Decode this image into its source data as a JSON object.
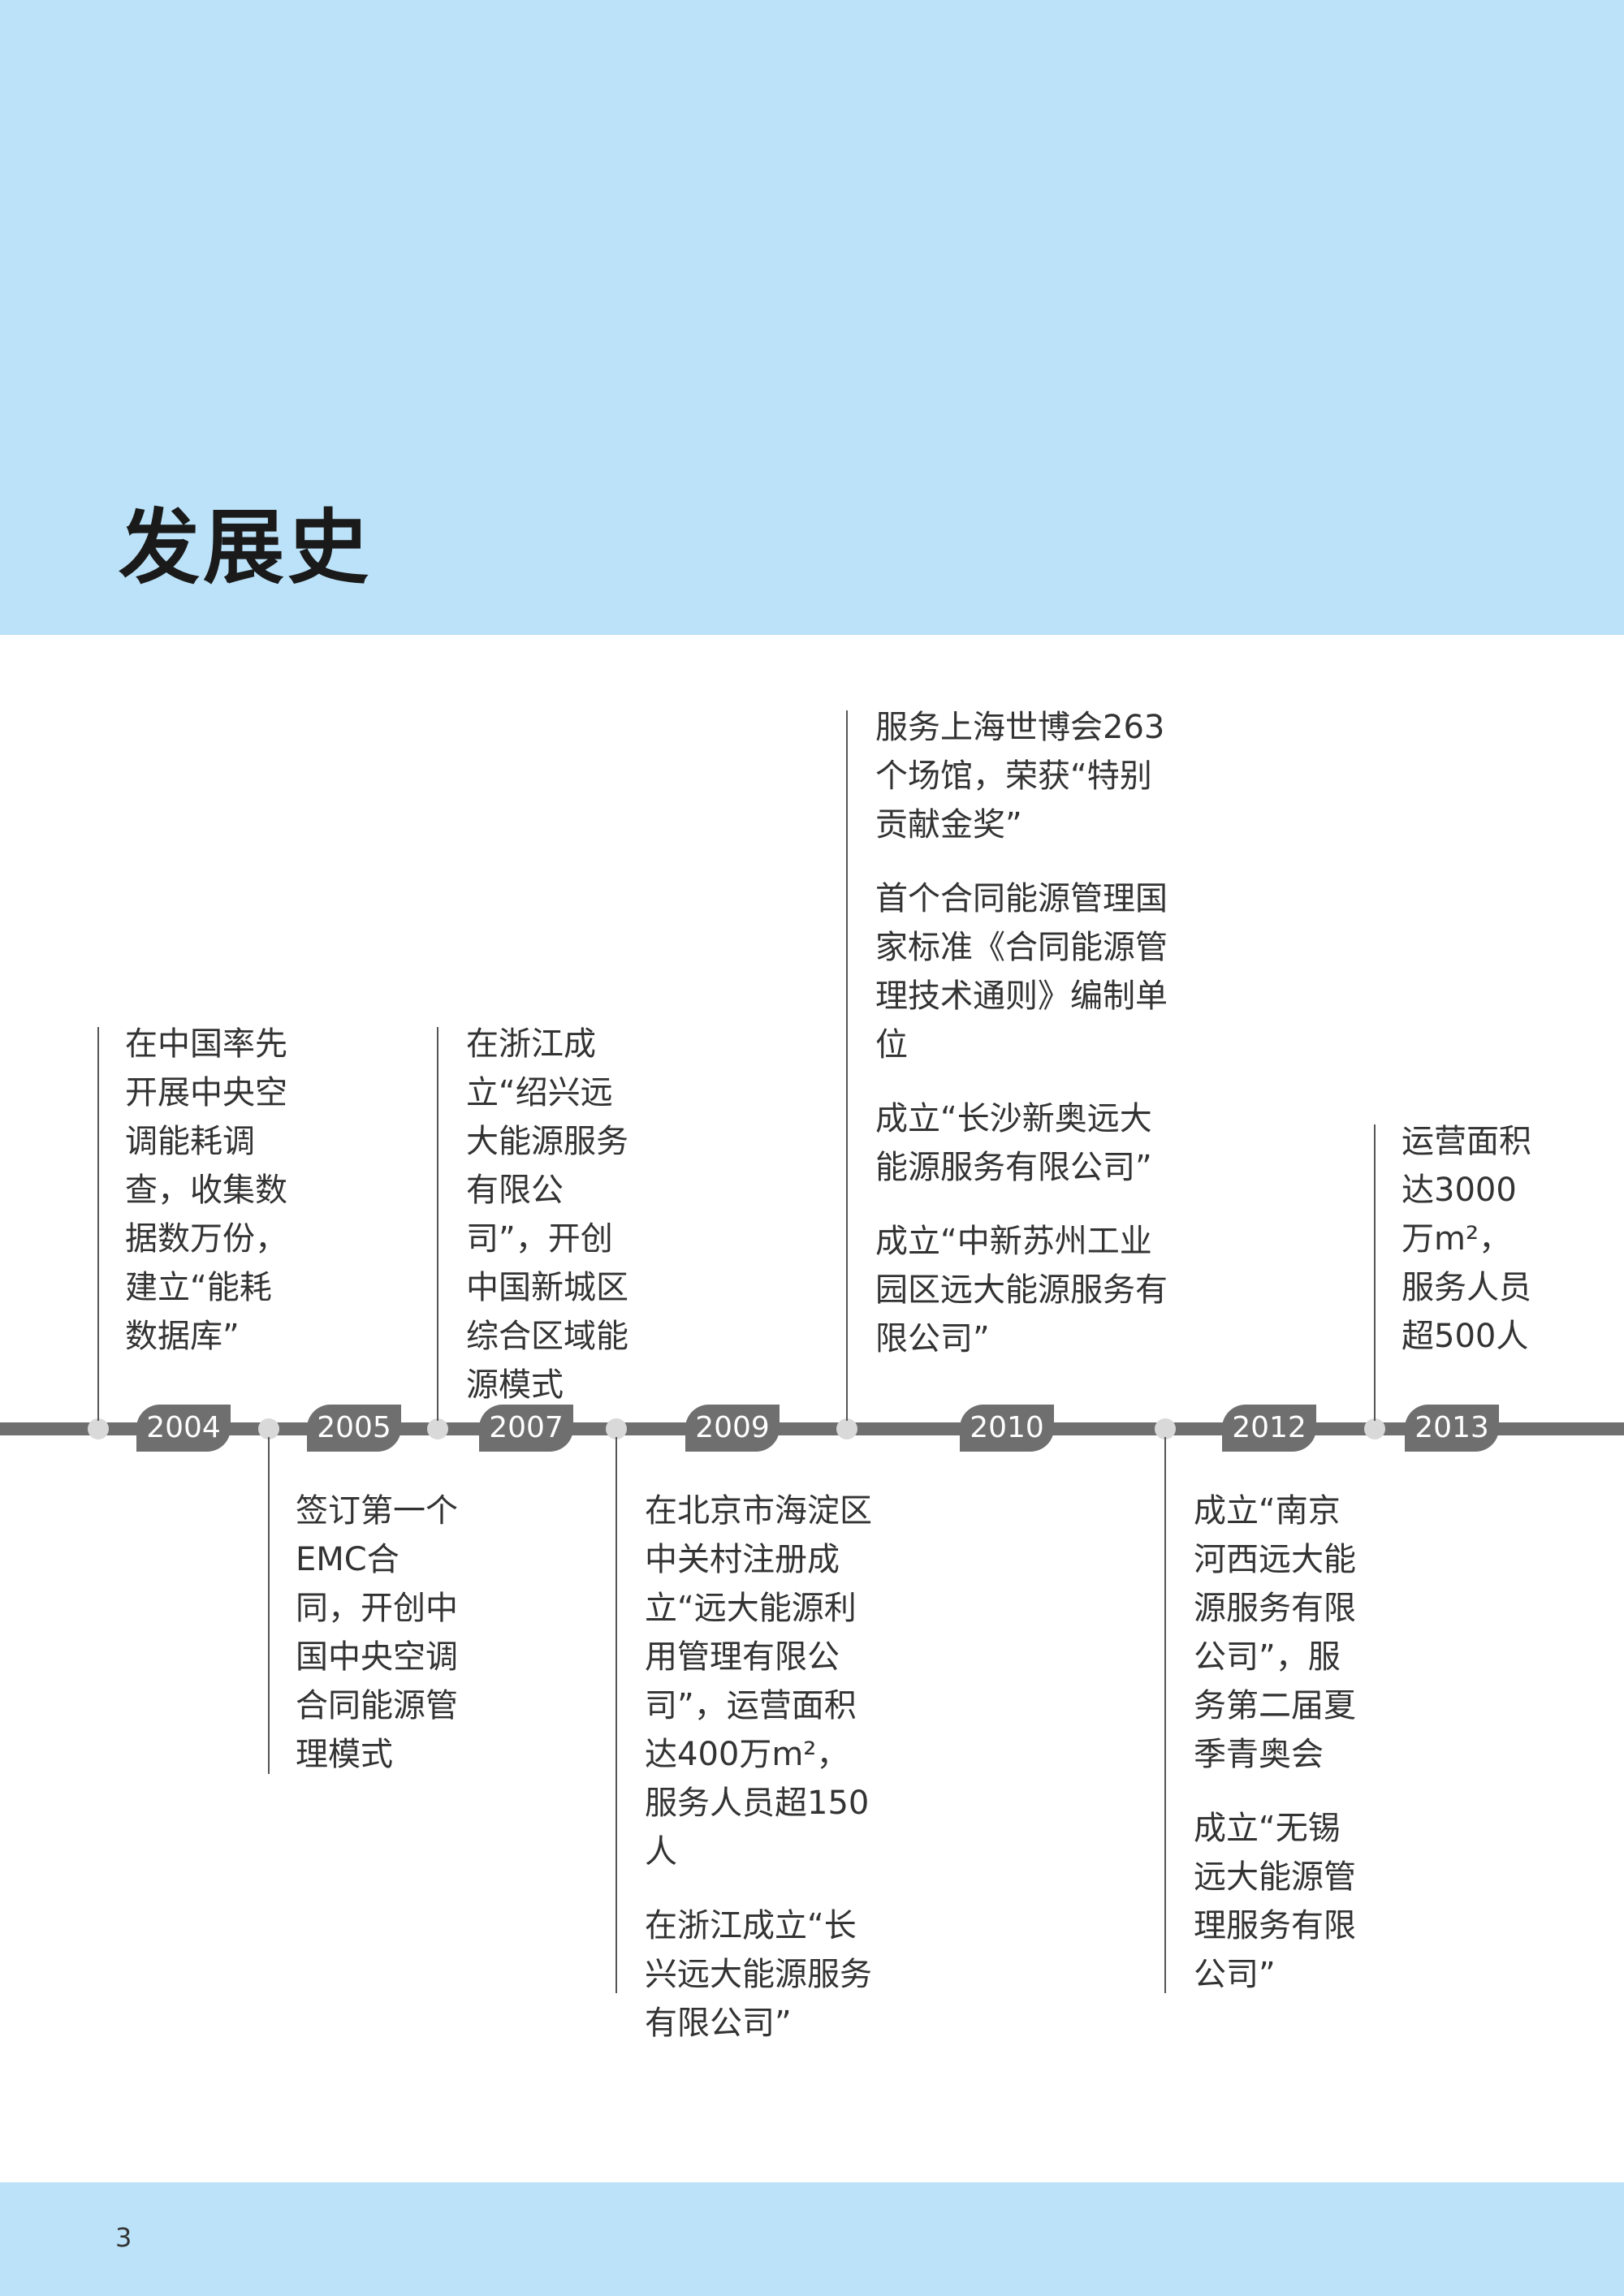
{
  "page": {
    "title": "发展史",
    "number": "3",
    "colors": {
      "band": "#bbe2f8",
      "timeline": "#6f6f6f",
      "node": "#d9d9d9",
      "text": "#333333"
    }
  },
  "timeline": {
    "years": [
      "2004",
      "2005",
      "2007",
      "2009",
      "2010",
      "2012",
      "2013"
    ],
    "events": {
      "e2004": [
        "在中国率先开展中央空调能耗调查，收集数据数万份，建立“能耗数据库”"
      ],
      "e2005": [
        "签订第一个EMC合同，开创中国中央空调合同能源管理模式"
      ],
      "e2007": [
        "在浙江成立“绍兴远大能源服务有限公司”，开创中国新城区综合区域能源模式"
      ],
      "e2009": [
        "在北京市海淀区中关村注册成立“远大能源利用管理有限公司”，运营面积达400万m²，服务人员超150人",
        "在浙江成立“长兴远大能源服务有限公司”"
      ],
      "e2010": [
        "服务上海世博会263个场馆，荣获“特别贡献金奖”",
        "首个合同能源管理国家标准《合同能源管理技术通则》编制单位",
        "成立“长沙新奥远大能源服务有限公司”",
        "成立“中新苏州工业园区远大能源服务有限公司”"
      ],
      "e2012": [
        "成立“南京河西远大能源服务有限公司”，服务第二届夏季青奥会",
        "成立“无锡远大能源管理服务有限公司”"
      ],
      "e2013": [
        "运营面积达3000万m²，服务人员超500人"
      ]
    }
  }
}
